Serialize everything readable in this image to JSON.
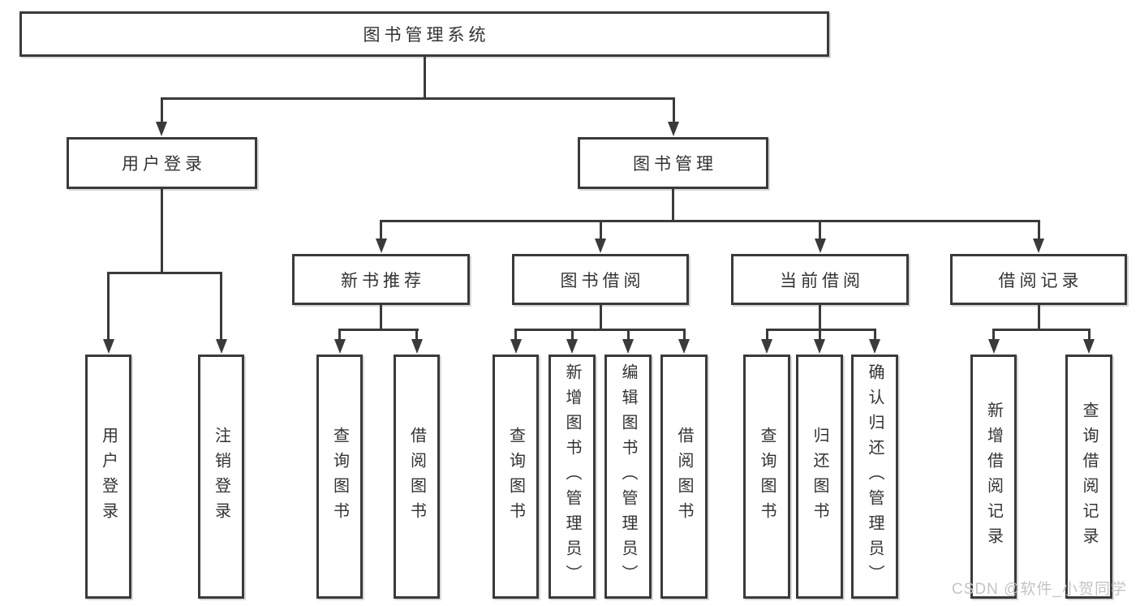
{
  "tree": {
    "label": "图书管理系统",
    "children": [
      {
        "label": "用户登录",
        "children": [
          {
            "label": "用户登录"
          },
          {
            "label": "注销登录"
          }
        ]
      },
      {
        "label": "图书管理",
        "children": [
          {
            "label": "新书推荐",
            "children": [
              {
                "label": "查询图书"
              },
              {
                "label": "借阅图书"
              }
            ]
          },
          {
            "label": "图书借阅",
            "children": [
              {
                "label": "查询图书"
              },
              {
                "label": "新增图书（管理员）"
              },
              {
                "label": "编辑图书（管理员）"
              },
              {
                "label": "借阅图书"
              }
            ]
          },
          {
            "label": "当前借阅",
            "children": [
              {
                "label": "查询图书"
              },
              {
                "label": "归还图书"
              },
              {
                "label": "确认归还（管理员）"
              }
            ]
          },
          {
            "label": "借阅记录",
            "children": [
              {
                "label": "新增借阅记录"
              },
              {
                "label": "查询借阅记录"
              }
            ]
          }
        ]
      }
    ]
  },
  "watermark": {
    "text": "CSDN @软件_小贺同学"
  },
  "colors": {
    "line": "#3a3a3a",
    "box_border": "#3a3a3a",
    "text": "#333333",
    "watermark": "#c4c4c4",
    "background": "#ffffff"
  }
}
